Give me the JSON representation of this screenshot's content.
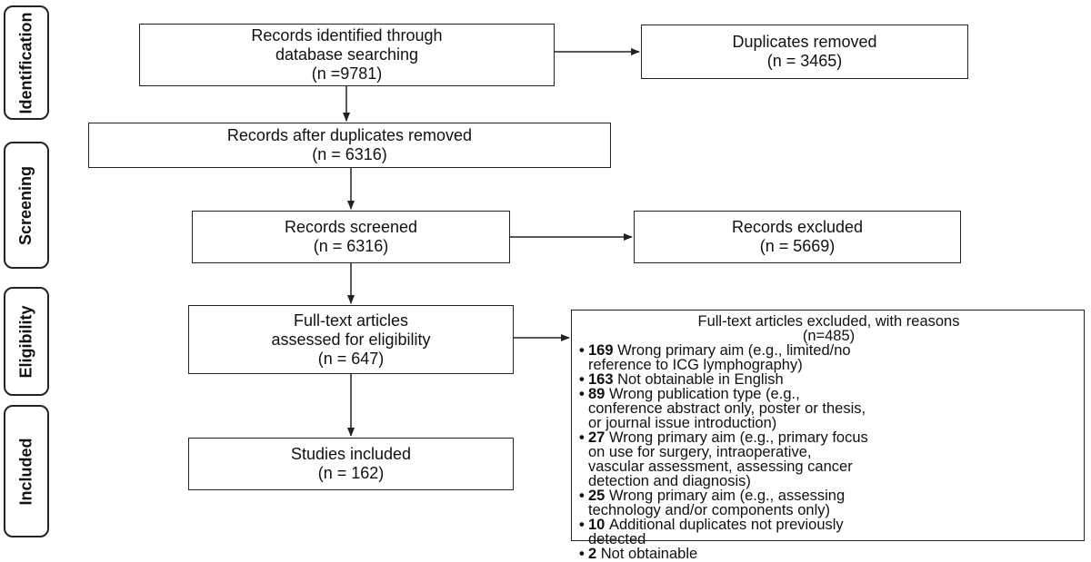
{
  "stages": {
    "identification": "Identification",
    "screening": "Screening",
    "eligibility": "Eligibility",
    "included": "Included"
  },
  "boxes": {
    "identified": {
      "lines": [
        "Records identified through",
        "database searching",
        "(n =9781)"
      ]
    },
    "duplicates": {
      "lines": [
        "Duplicates removed",
        "(n = 3465)"
      ]
    },
    "after_duplicates": {
      "lines": [
        "Records after duplicates removed",
        "(n = 6316)"
      ]
    },
    "screened": {
      "lines": [
        "Records screened",
        "(n = 6316)"
      ]
    },
    "excluded": {
      "lines": [
        "Records excluded",
        "(n = 5669)"
      ]
    },
    "fulltext": {
      "lines": [
        "Full-text articles",
        "assessed for eligibility",
        "(n = 647)"
      ]
    },
    "included": {
      "lines": [
        "Studies included",
        "(n = 162)"
      ]
    }
  },
  "fulltext_excluded": {
    "heading": "Full-text articles excluded, with reasons",
    "total": "(n=485)",
    "reasons": [
      {
        "count": "169",
        "lines": [
          "Wrong primary aim (e.g., limited/no",
          "reference to ICG lymphography)"
        ]
      },
      {
        "count": "163",
        "lines": [
          "Not obtainable in English"
        ]
      },
      {
        "count": "89",
        "lines": [
          "Wrong publication type (e.g.,",
          "conference abstract only, poster or thesis,",
          "or journal issue introduction)"
        ]
      },
      {
        "count": "27",
        "lines": [
          "Wrong primary aim (e.g., primary focus",
          "on use for surgery, intraoperative,",
          "vascular assessment, assessing cancer",
          "detection and diagnosis)"
        ]
      },
      {
        "count": "25",
        "lines": [
          "Wrong primary aim (e.g., assessing",
          "technology and/or components only)"
        ]
      },
      {
        "count": "10",
        "lines": [
          "Additional duplicates not previously",
          "detected"
        ]
      },
      {
        "count": "2",
        "lines": [
          "Not obtainable"
        ]
      }
    ]
  }
}
